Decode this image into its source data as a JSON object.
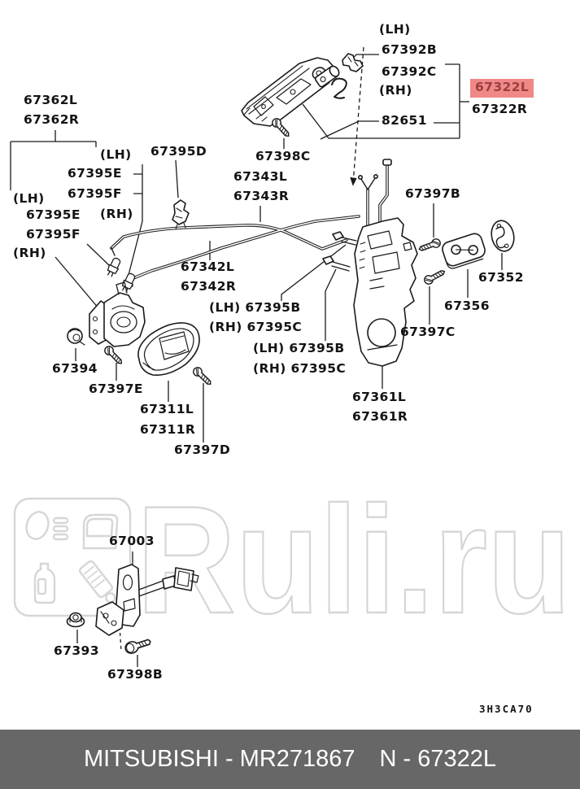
{
  "diagram_code": "3H3CA70",
  "watermark": "Ruli.ru",
  "highlight": {
    "text": "67322L",
    "bg": "#F08888",
    "fg": "#9A4040"
  },
  "footer": {
    "brand": "MITSUBISHI - MR271867",
    "ref": "N - 67322L",
    "bg": "#676767",
    "fg": "#ffffff"
  },
  "colors": {
    "line": "#1a1a1a",
    "watermark": "#d6d6d6"
  },
  "labels": [
    {
      "text": "67362L"
    },
    {
      "text": "67362R"
    },
    {
      "text": "(LH)"
    },
    {
      "text": "67395E"
    },
    {
      "text": "67395F"
    },
    {
      "text": "(RH)"
    },
    {
      "text": "(LH)"
    },
    {
      "text": "67395E"
    },
    {
      "text": "67395F"
    },
    {
      "text": "(RH)"
    },
    {
      "text": "67395D"
    },
    {
      "text": "67398C"
    },
    {
      "text": "67343L"
    },
    {
      "text": "67343R"
    },
    {
      "text": "67342L"
    },
    {
      "text": "67342R"
    },
    {
      "text": "(LH) 67395B"
    },
    {
      "text": "(RH) 67395C"
    },
    {
      "text": "(LH) 67395B"
    },
    {
      "text": "(RH) 67395C"
    },
    {
      "text": "(LH)"
    },
    {
      "text": "67392B"
    },
    {
      "text": "67392C"
    },
    {
      "text": "(RH)"
    },
    {
      "text": "82651"
    },
    {
      "text": "67322R"
    },
    {
      "text": "67397B"
    },
    {
      "text": "67352"
    },
    {
      "text": "67356"
    },
    {
      "text": "67397C"
    },
    {
      "text": "67361L"
    },
    {
      "text": "67361R"
    },
    {
      "text": "67394"
    },
    {
      "text": "67397E"
    },
    {
      "text": "67311L"
    },
    {
      "text": "67311R"
    },
    {
      "text": "67397D"
    },
    {
      "text": "67003"
    },
    {
      "text": "67393"
    },
    {
      "text": "67398B"
    }
  ]
}
